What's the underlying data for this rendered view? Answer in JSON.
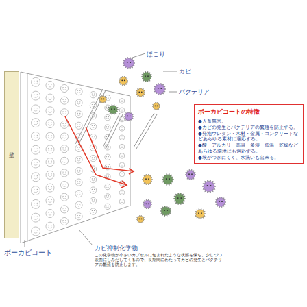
{
  "diagram": {
    "nodes": [
      {
        "text": [
          "壁"
        ]
      },
      {
        "text": [
          "ボーカビコートの特徴",
          "●人畜無害。",
          "●カビの発生とバクテリアの繁殖を防止する。",
          "●発泡ウレタン・木材・金属・コンクリートなどあらゆる素材に適応する。",
          "●酸・アルカリ・高温・多湿・低温・乾燥などあらゆる環境にも適応する。",
          "●埃がつきにくく、水洗いも出来る。"
        ]
      }
    ],
    "labels": [
      "ほこり",
      "カビ",
      "バクテリア",
      "ボーカビコート",
      "カビ抑制化学物",
      "この化学物が小さいカプセルに包まれたような状態を保ち、少しづつ表面にしみだしてくるので、長期間にわたってカビの発生とバクテリアの繁殖を防止します。"
    ]
  }
}
